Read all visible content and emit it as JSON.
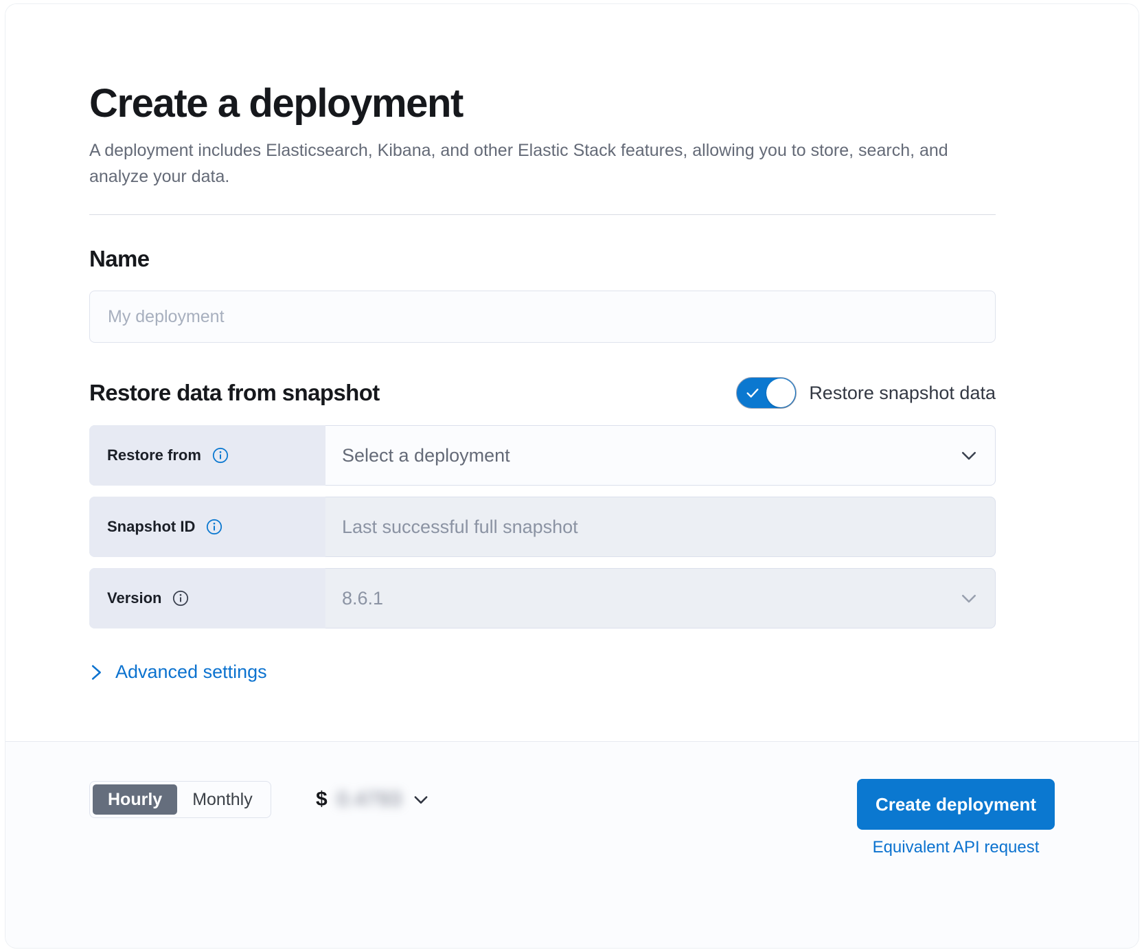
{
  "page": {
    "title": "Create a deployment",
    "subtitle": "A deployment includes Elasticsearch, Kibana, and other Elastic Stack features, allowing you to store, search, and analyze your data."
  },
  "name_section": {
    "heading": "Name",
    "input_placeholder": "My deployment",
    "input_value": ""
  },
  "restore_section": {
    "heading": "Restore data from snapshot",
    "toggle_label": "Restore snapshot data",
    "toggle_checked": true,
    "rows": [
      {
        "label": "Restore from",
        "value": "Select a deployment",
        "disabled": false,
        "has_chevron": true,
        "info_icon": "info-icon"
      },
      {
        "label": "Snapshot ID",
        "value": "Last successful full snapshot",
        "disabled": true,
        "has_chevron": false,
        "info_icon": "info-icon"
      },
      {
        "label": "Version",
        "value": "8.6.1",
        "disabled": true,
        "has_chevron": true,
        "info_icon": "info-icon"
      }
    ],
    "advanced_settings_label": "Advanced settings"
  },
  "footer": {
    "billing_options": [
      "Hourly",
      "Monthly"
    ],
    "billing_selected": "Hourly",
    "currency_symbol": "$",
    "price_amount": "0.4793",
    "create_button": "Create deployment",
    "api_link": "Equivalent API request"
  },
  "colors": {
    "accent_blue": "#0b78d0",
    "link_blue": "#0b72cf",
    "text_dark": "#16181c",
    "text_muted": "#646a77",
    "label_bg": "#e7eaf3",
    "disabled_bg": "#eceff4",
    "segment_active": "#656e7d"
  }
}
